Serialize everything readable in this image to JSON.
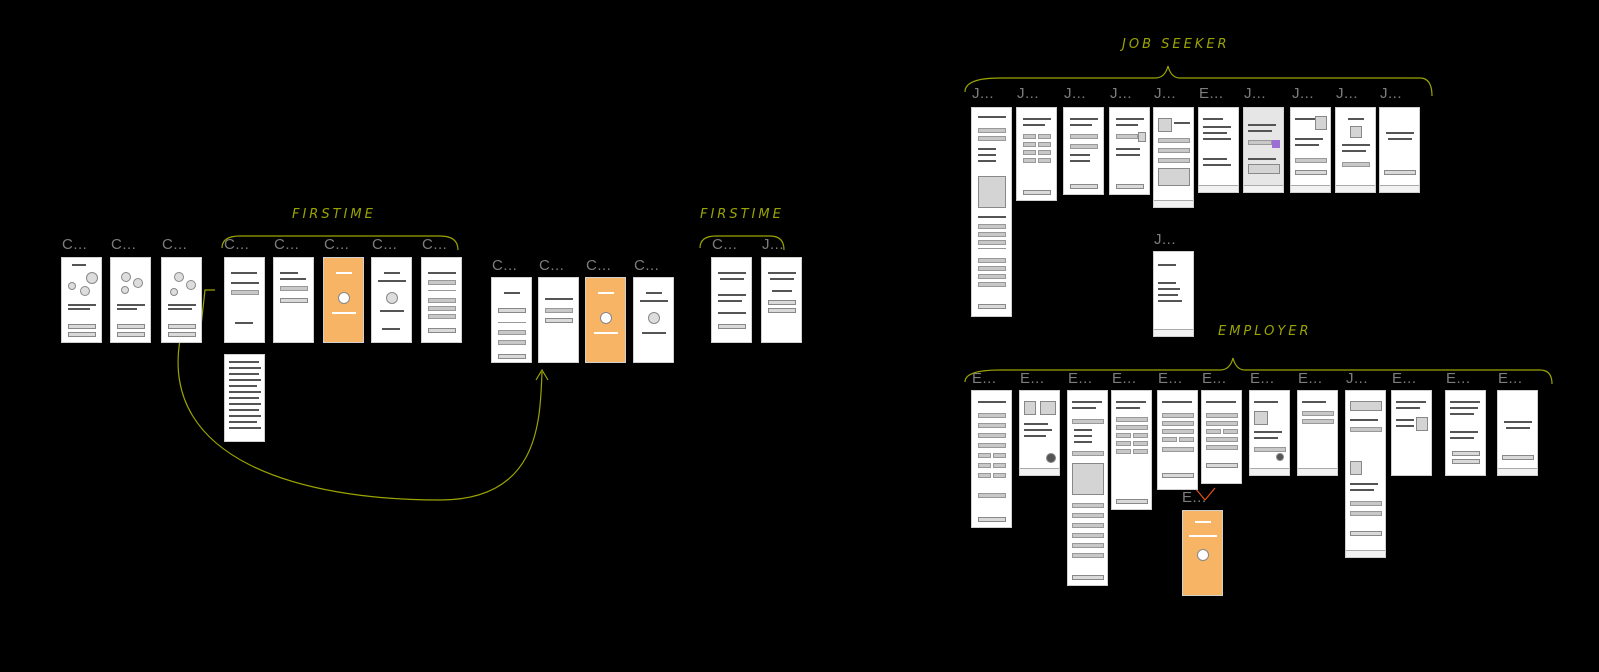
{
  "annotations": {
    "first_time_1": "FIRSTIME",
    "first_time_2": "FIRSTIME",
    "job_seeker": "JOB SEEKER",
    "employer": "EMPLOYER"
  },
  "frame_labels": {
    "c": "C...",
    "j": "J...",
    "e": "E..."
  },
  "colors": {
    "background": "#000000",
    "annotation": "#9aa400",
    "frame_accent_orange": "#f7b465",
    "frame_accent_purple": "#9b6fd3"
  }
}
